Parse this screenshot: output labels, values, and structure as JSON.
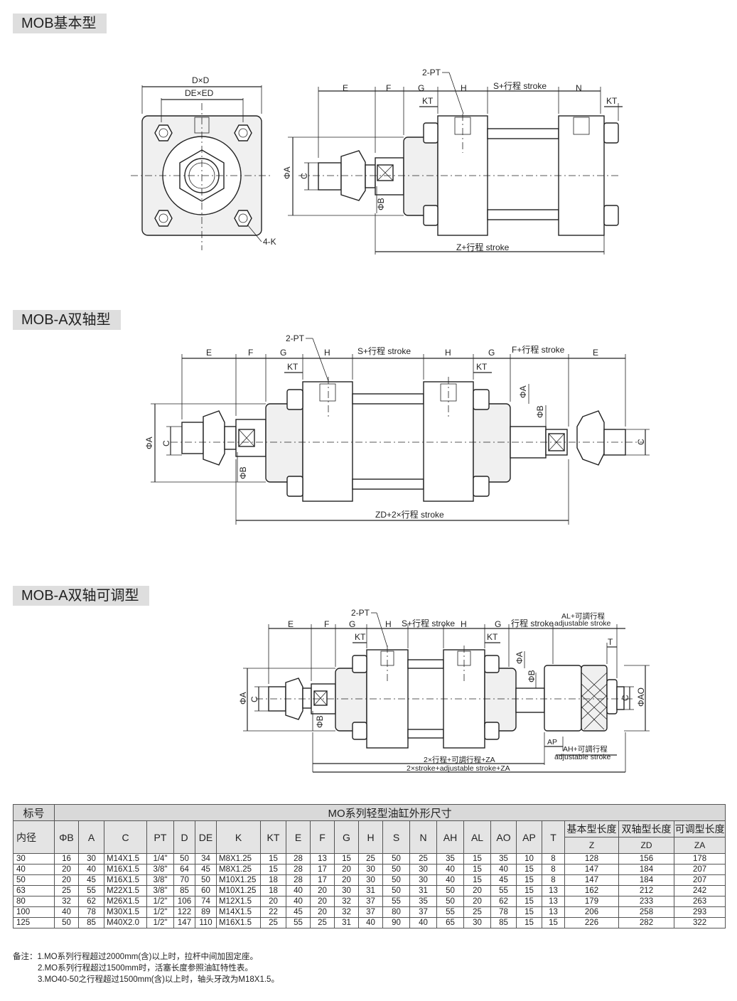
{
  "sections": [
    {
      "title": "MOB基本型"
    },
    {
      "title": "MOB-A双轴型"
    },
    {
      "title": "MOB-A双轴可调型"
    }
  ],
  "fig1": {
    "dxd": "D×D",
    "dexed": "DE×ED",
    "k": "4-K",
    "pt": "2-PT",
    "e": "E",
    "f": "F",
    "g": "G",
    "h": "H",
    "n": "N",
    "s": "S+行程 stroke",
    "kt": "KT",
    "kt2": "KT",
    "phia": "ΦA",
    "c": "C",
    "phib": "ΦB",
    "z": "Z+行程 stroke"
  },
  "fig2": {
    "pt": "2-PT",
    "e1": "E",
    "f1": "F",
    "g1": "G",
    "h1": "H",
    "s": "S+行程 stroke",
    "h2": "H",
    "g2": "G",
    "f2": "F+行程 stroke",
    "e2": "E",
    "kt1": "KT",
    "kt2": "KT",
    "phia1": "ΦA",
    "c1": "C",
    "phib1": "ΦB",
    "phia2": "ΦA",
    "phib2": "ΦB",
    "c2": "C",
    "zd": "ZD+2×行程 stroke"
  },
  "fig3": {
    "pt": "2-PT",
    "e": "E",
    "f": "F",
    "g1": "G",
    "h1": "H",
    "s": "S+行程 stroke",
    "h2": "H",
    "g2": "G",
    "st": "行程 stroke",
    "al1": "AL+可調行程",
    "al2": "adjustable stroke",
    "t": "T",
    "kt1": "KT",
    "kt2": "KT",
    "phia1": "ΦA",
    "c1": "C",
    "phib1": "ΦB",
    "phia2": "ΦA",
    "phib2": "ΦB",
    "c2": "C",
    "phiao": "ΦAO",
    "ap": "AP",
    "ah1": "AH+可調行程",
    "ah2": "adjustable stroke",
    "za1": "2×行程+可調行程+ZA",
    "za2": "2×stroke+adjustable stroke+ZA"
  },
  "table": {
    "corner_top": "标号",
    "corner_bottom": "内径",
    "title": "MO系列轻型油缸外形尺寸",
    "group_labels": [
      "基本型长度",
      "双轴型长度",
      "可调型长度"
    ],
    "columns": [
      "ΦB",
      "A",
      "C",
      "PT",
      "D",
      "DE",
      "K",
      "KT",
      "E",
      "F",
      "G",
      "H",
      "S",
      "N",
      "AH",
      "AL",
      "AO",
      "AP",
      "T",
      "Z",
      "ZD",
      "ZA"
    ],
    "rows": [
      [
        "30",
        "16",
        "30",
        "M14X1.5",
        "1/4\"",
        "50",
        "34",
        "M8X1.25",
        "15",
        "28",
        "13",
        "15",
        "25",
        "50",
        "25",
        "35",
        "15",
        "35",
        "10",
        "8",
        "128",
        "156",
        "178"
      ],
      [
        "40",
        "20",
        "40",
        "M16X1.5",
        "3/8\"",
        "64",
        "45",
        "M8X1.25",
        "15",
        "28",
        "17",
        "20",
        "30",
        "50",
        "30",
        "40",
        "15",
        "40",
        "15",
        "8",
        "147",
        "184",
        "207"
      ],
      [
        "50",
        "20",
        "45",
        "M16X1.5",
        "3/8\"",
        "70",
        "50",
        "M10X1.25",
        "18",
        "28",
        "17",
        "20",
        "30",
        "50",
        "30",
        "40",
        "15",
        "45",
        "15",
        "8",
        "147",
        "184",
        "207"
      ],
      [
        "63",
        "25",
        "55",
        "M22X1.5",
        "3/8\"",
        "85",
        "60",
        "M10X1.25",
        "18",
        "40",
        "20",
        "30",
        "31",
        "50",
        "31",
        "50",
        "20",
        "55",
        "15",
        "13",
        "162",
        "212",
        "242"
      ],
      [
        "80",
        "32",
        "62",
        "M26X1.5",
        "1/2\"",
        "106",
        "74",
        "M12X1.5",
        "20",
        "40",
        "20",
        "32",
        "37",
        "55",
        "35",
        "50",
        "20",
        "62",
        "15",
        "13",
        "179",
        "233",
        "263"
      ],
      [
        "100",
        "40",
        "78",
        "M30X1.5",
        "1/2\"",
        "122",
        "89",
        "M14X1.5",
        "22",
        "45",
        "20",
        "32",
        "37",
        "80",
        "37",
        "55",
        "25",
        "78",
        "15",
        "13",
        "206",
        "258",
        "293"
      ],
      [
        "125",
        "50",
        "85",
        "M40X2.0",
        "1/2\"",
        "147",
        "110",
        "M16X1.5",
        "25",
        "55",
        "25",
        "31",
        "40",
        "90",
        "40",
        "65",
        "30",
        "85",
        "15",
        "15",
        "226",
        "282",
        "322"
      ]
    ]
  },
  "notes": [
    "备注：1.MO系列行程超过2000mm(含)以上时，拉杆中间加固定座。",
    "2.MO系列行程超过1500mm时，活塞长度参照油缸特性表。",
    "3.MO40-50之行程超过1500mm(含)以上时，轴头牙改为M18X1.5。"
  ]
}
